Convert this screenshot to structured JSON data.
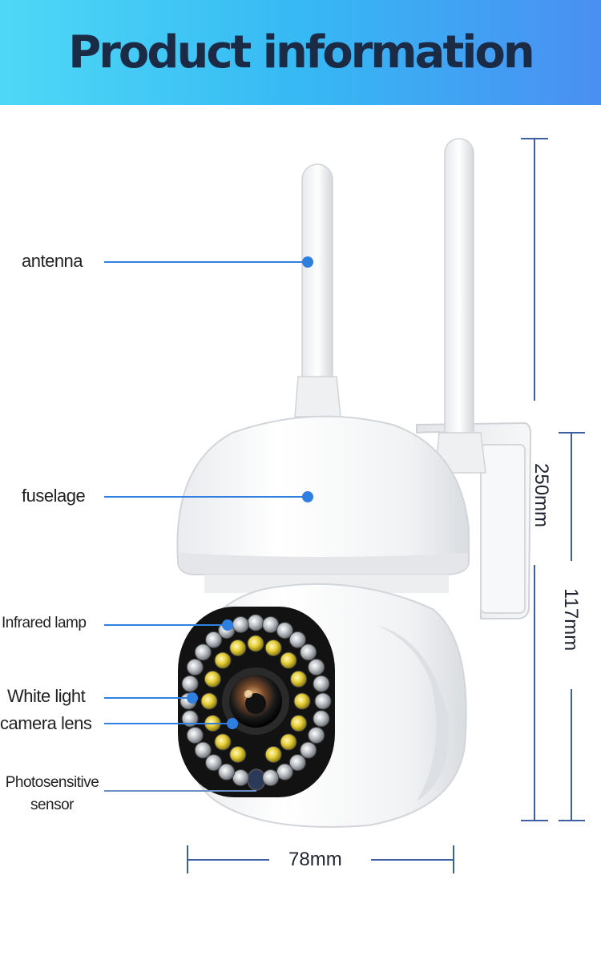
{
  "banner": {
    "title": "Product information"
  },
  "callouts": {
    "antenna": "antenna",
    "fuselage": "fuselage",
    "infrared_lamp": "Infrared lamp",
    "white_light": "White light",
    "camera_lens": "camera lens",
    "photosensitive_line1": "Photosensitive",
    "photosensitive_line2": "sensor"
  },
  "dimensions": {
    "height_total": "250mm",
    "height_body": "117mm",
    "width": "78mm"
  },
  "colors": {
    "banner_start": "#4fd8f6",
    "banner_end": "#4a8ff2",
    "title": "#1b2a45",
    "leader": "#2f7fe0",
    "dimension_line": "#3b5fa0"
  }
}
